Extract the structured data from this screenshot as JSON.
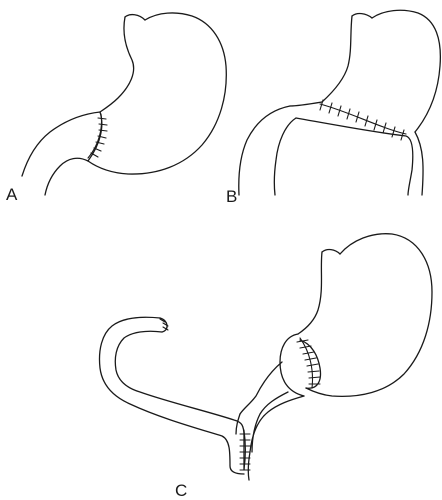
{
  "figure": {
    "panels": [
      {
        "label": "A",
        "procedure_icon": "gastroduodenostomy-icon"
      },
      {
        "label": "B",
        "procedure_icon": "gastroduodenostomy-wide-icon"
      },
      {
        "label": "C",
        "procedure_icon": "gastrojejunostomy-roux-icon"
      }
    ],
    "colors": {
      "ink": "#1a1a1a",
      "background": "#ffffff"
    }
  }
}
